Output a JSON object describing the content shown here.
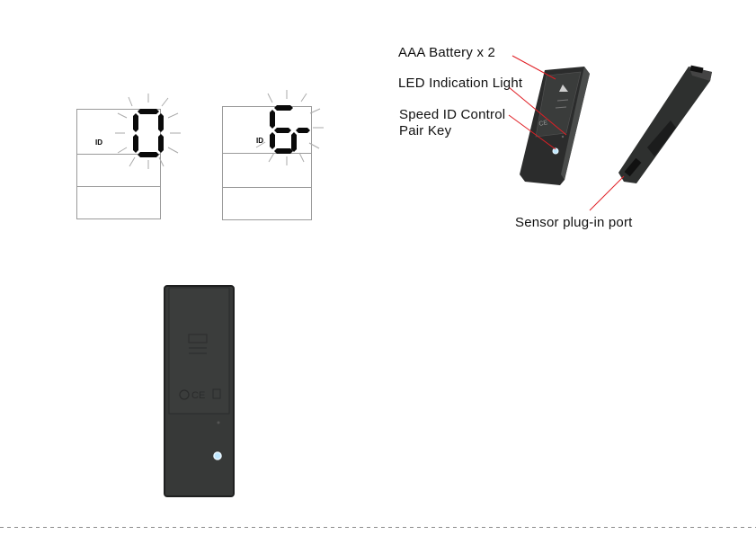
{
  "lcd_left": {
    "id_label": "ID",
    "digit": "0"
  },
  "lcd_right": {
    "id_label": "ID",
    "digits": "Er"
  },
  "callouts": {
    "battery": "AAA Battery x 2",
    "led": "LED Indication Light",
    "speed_id_line1": "Speed ID Control",
    "speed_id_line2": "Pair Key",
    "sensor_port": "Sensor plug-in port"
  },
  "device_markings": {
    "ce": "CE"
  },
  "colors": {
    "callout_line": "#e01e24",
    "led": "#bfe8ff",
    "device_body": "#3a3c3b"
  }
}
